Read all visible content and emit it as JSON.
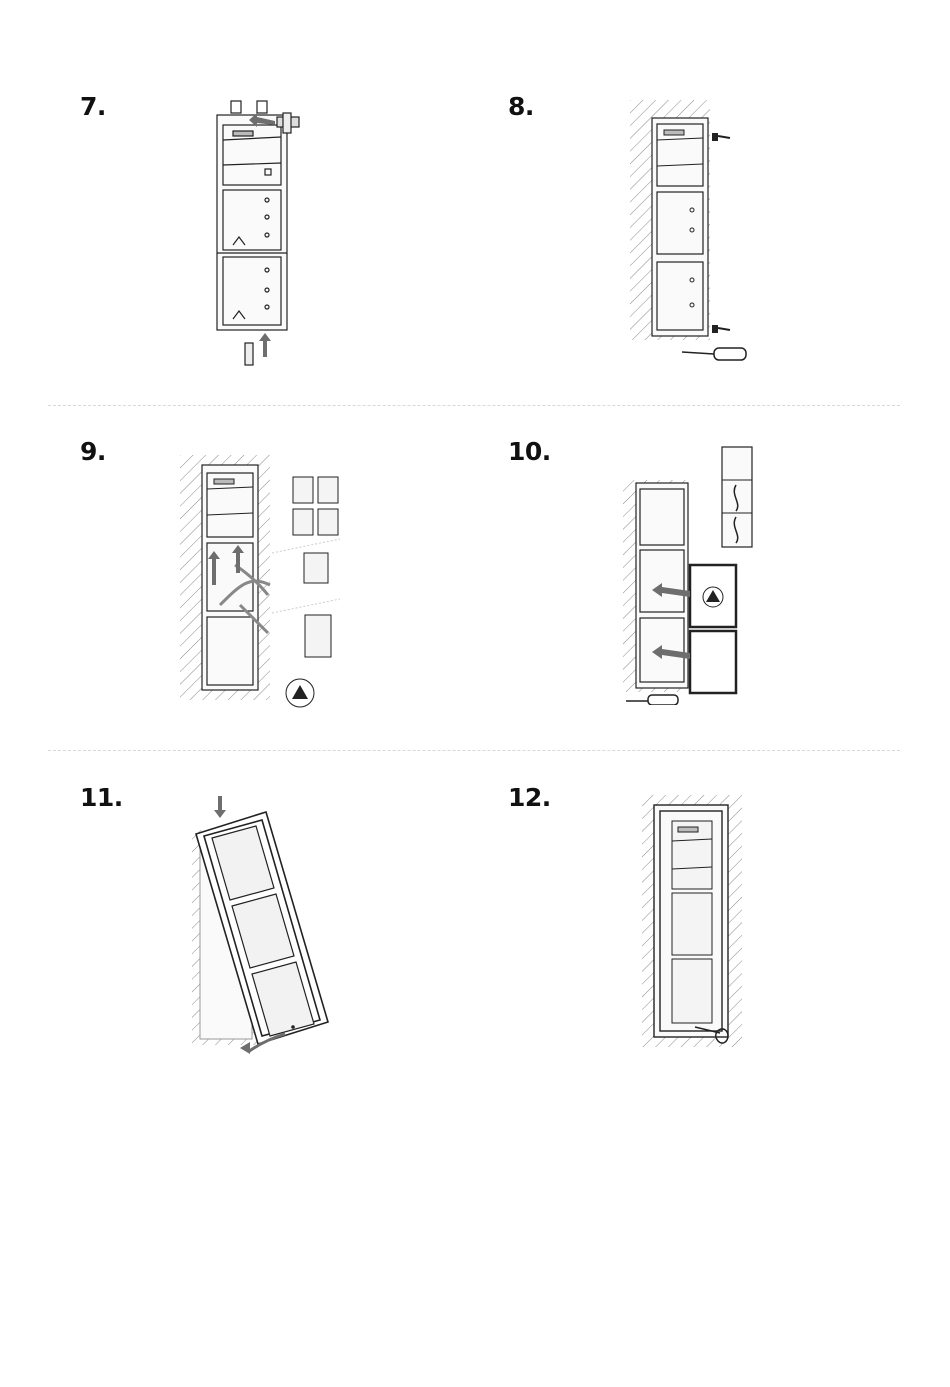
{
  "steps": [
    {
      "number": "7.",
      "figure": "mounting-frame-clips"
    },
    {
      "number": "8.",
      "figure": "screw-frame-to-wall"
    },
    {
      "number": "9.",
      "figure": "connect-module-cables"
    },
    {
      "number": "10.",
      "figure": "attach-module-panels"
    },
    {
      "number": "11.",
      "figure": "fit-front-cover"
    },
    {
      "number": "12.",
      "figure": "tighten-security-screw"
    }
  ],
  "colors": {
    "ink": "#222222",
    "hatch": "#9a9a9a",
    "arrow": "#6e6e6e",
    "divider": "#d8d8d8"
  }
}
